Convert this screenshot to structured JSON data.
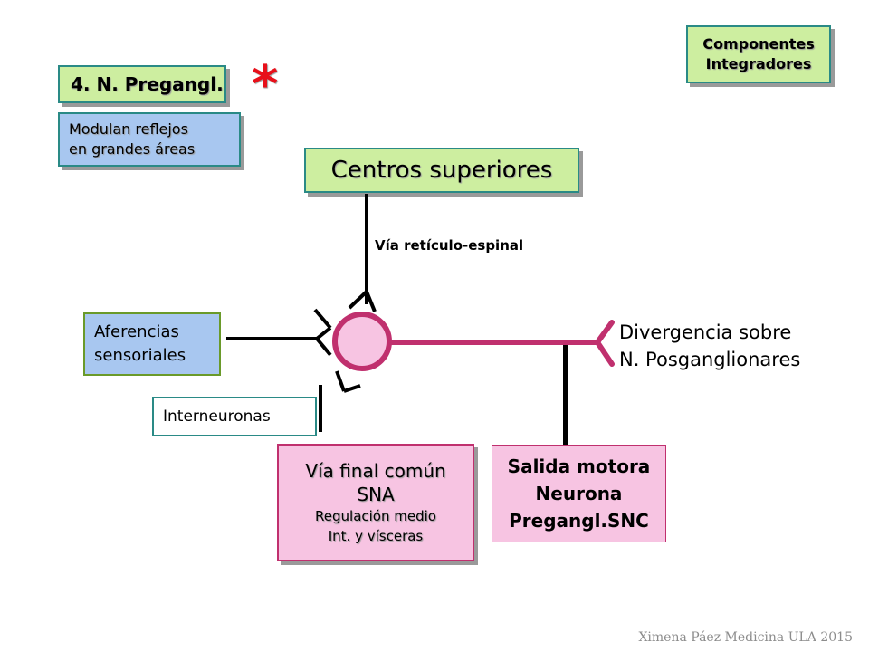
{
  "corner_box": {
    "line1": "Componentes",
    "line2": "Integradores"
  },
  "title_box": {
    "text": "4. N. Pregangl."
  },
  "asterisk": "*",
  "modulate_box": {
    "line1": "Modulan reflejos",
    "line2": "en grandes áreas"
  },
  "centers_box": {
    "text": "Centros superiores"
  },
  "pathway_label": "Vía retículo-espinal",
  "afferent_box": {
    "line1": "Aferencias",
    "line2": "sensoriales"
  },
  "interneuron_box": {
    "text": "Interneuronas"
  },
  "divergence_label": {
    "line1": "Divergencia sobre",
    "line2": "N. Posganglionares"
  },
  "final_path_box": {
    "line1": "Vía final común",
    "line2": "SNA",
    "line3": "Regulación medio",
    "line4": "Int. y vísceras"
  },
  "motor_box": {
    "line1": "Salida motora",
    "line2": "Neurona",
    "line3": "Pregangl.SNC"
  },
  "footer": "Ximena Páez Medicina ULA 2015",
  "colors": {
    "green_fill": "#cdeea0",
    "blue_fill": "#a8c7f0",
    "pink_fill": "#f7c4e2",
    "magenta": "#c0306e",
    "teal_border": "#2a8a86"
  }
}
